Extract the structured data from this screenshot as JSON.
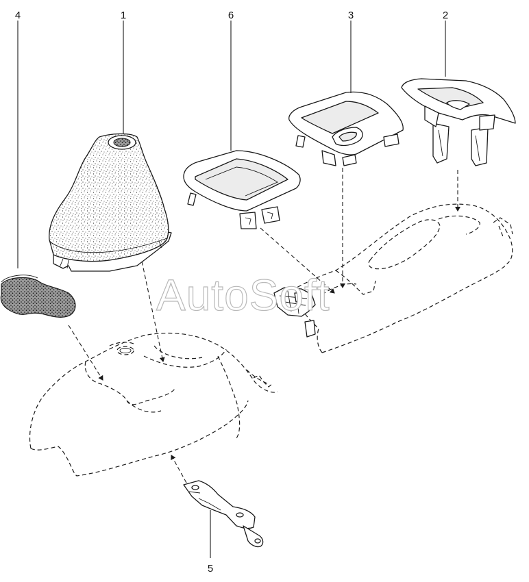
{
  "diagram": {
    "callouts": [
      {
        "id": "callout-1",
        "label": "1"
      },
      {
        "id": "callout-2",
        "label": "2"
      },
      {
        "id": "callout-3",
        "label": "3"
      },
      {
        "id": "callout-4",
        "label": "4"
      },
      {
        "id": "callout-5",
        "label": "5"
      },
      {
        "id": "callout-6",
        "label": "6"
      }
    ],
    "watermark": "AutoSoft"
  }
}
